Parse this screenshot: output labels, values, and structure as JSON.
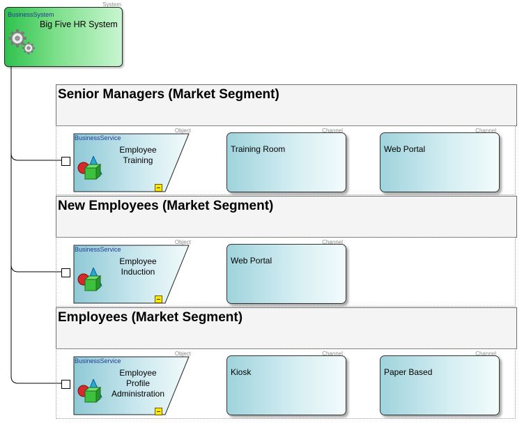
{
  "system": {
    "stereotype_right": "System",
    "stereotype_left": "BusinessSystem",
    "title": "Big Five HR System",
    "icon": "gears-icon"
  },
  "segments": [
    {
      "title": "Senior Managers (Market Segment)",
      "service": {
        "stereotype_left": "BusinessService",
        "stereotype_right": "Object",
        "label_lines": [
          "Employee",
          "Training"
        ]
      },
      "channels": [
        {
          "stereotype": "Channel",
          "label": "Training Room"
        },
        {
          "stereotype": "Channel",
          "label": "Web Portal"
        }
      ]
    },
    {
      "title": "New Employees (Market Segment)",
      "service": {
        "stereotype_left": "BusinessService",
        "stereotype_right": "Object",
        "label_lines": [
          "Employee",
          "Induction"
        ]
      },
      "channels": [
        {
          "stereotype": "Channel",
          "label": "Web Portal"
        }
      ]
    },
    {
      "title": "Employees (Market Segment)",
      "service": {
        "stereotype_left": "BusinessService",
        "stereotype_right": "Object",
        "label_lines": [
          "Employee",
          "Profile",
          "Administration"
        ]
      },
      "channels": [
        {
          "stereotype": "Channel",
          "label": "Kiosk"
        },
        {
          "stereotype": "Channel",
          "label": "Paper Based"
        }
      ]
    }
  ],
  "colors": {
    "system_fill": "#2fc24d",
    "service_fill": "#8fc9d6",
    "channel_fill": "#9fd3dc",
    "header_fill": "#f4f4f4",
    "collapse_marker": "#ffe800"
  }
}
